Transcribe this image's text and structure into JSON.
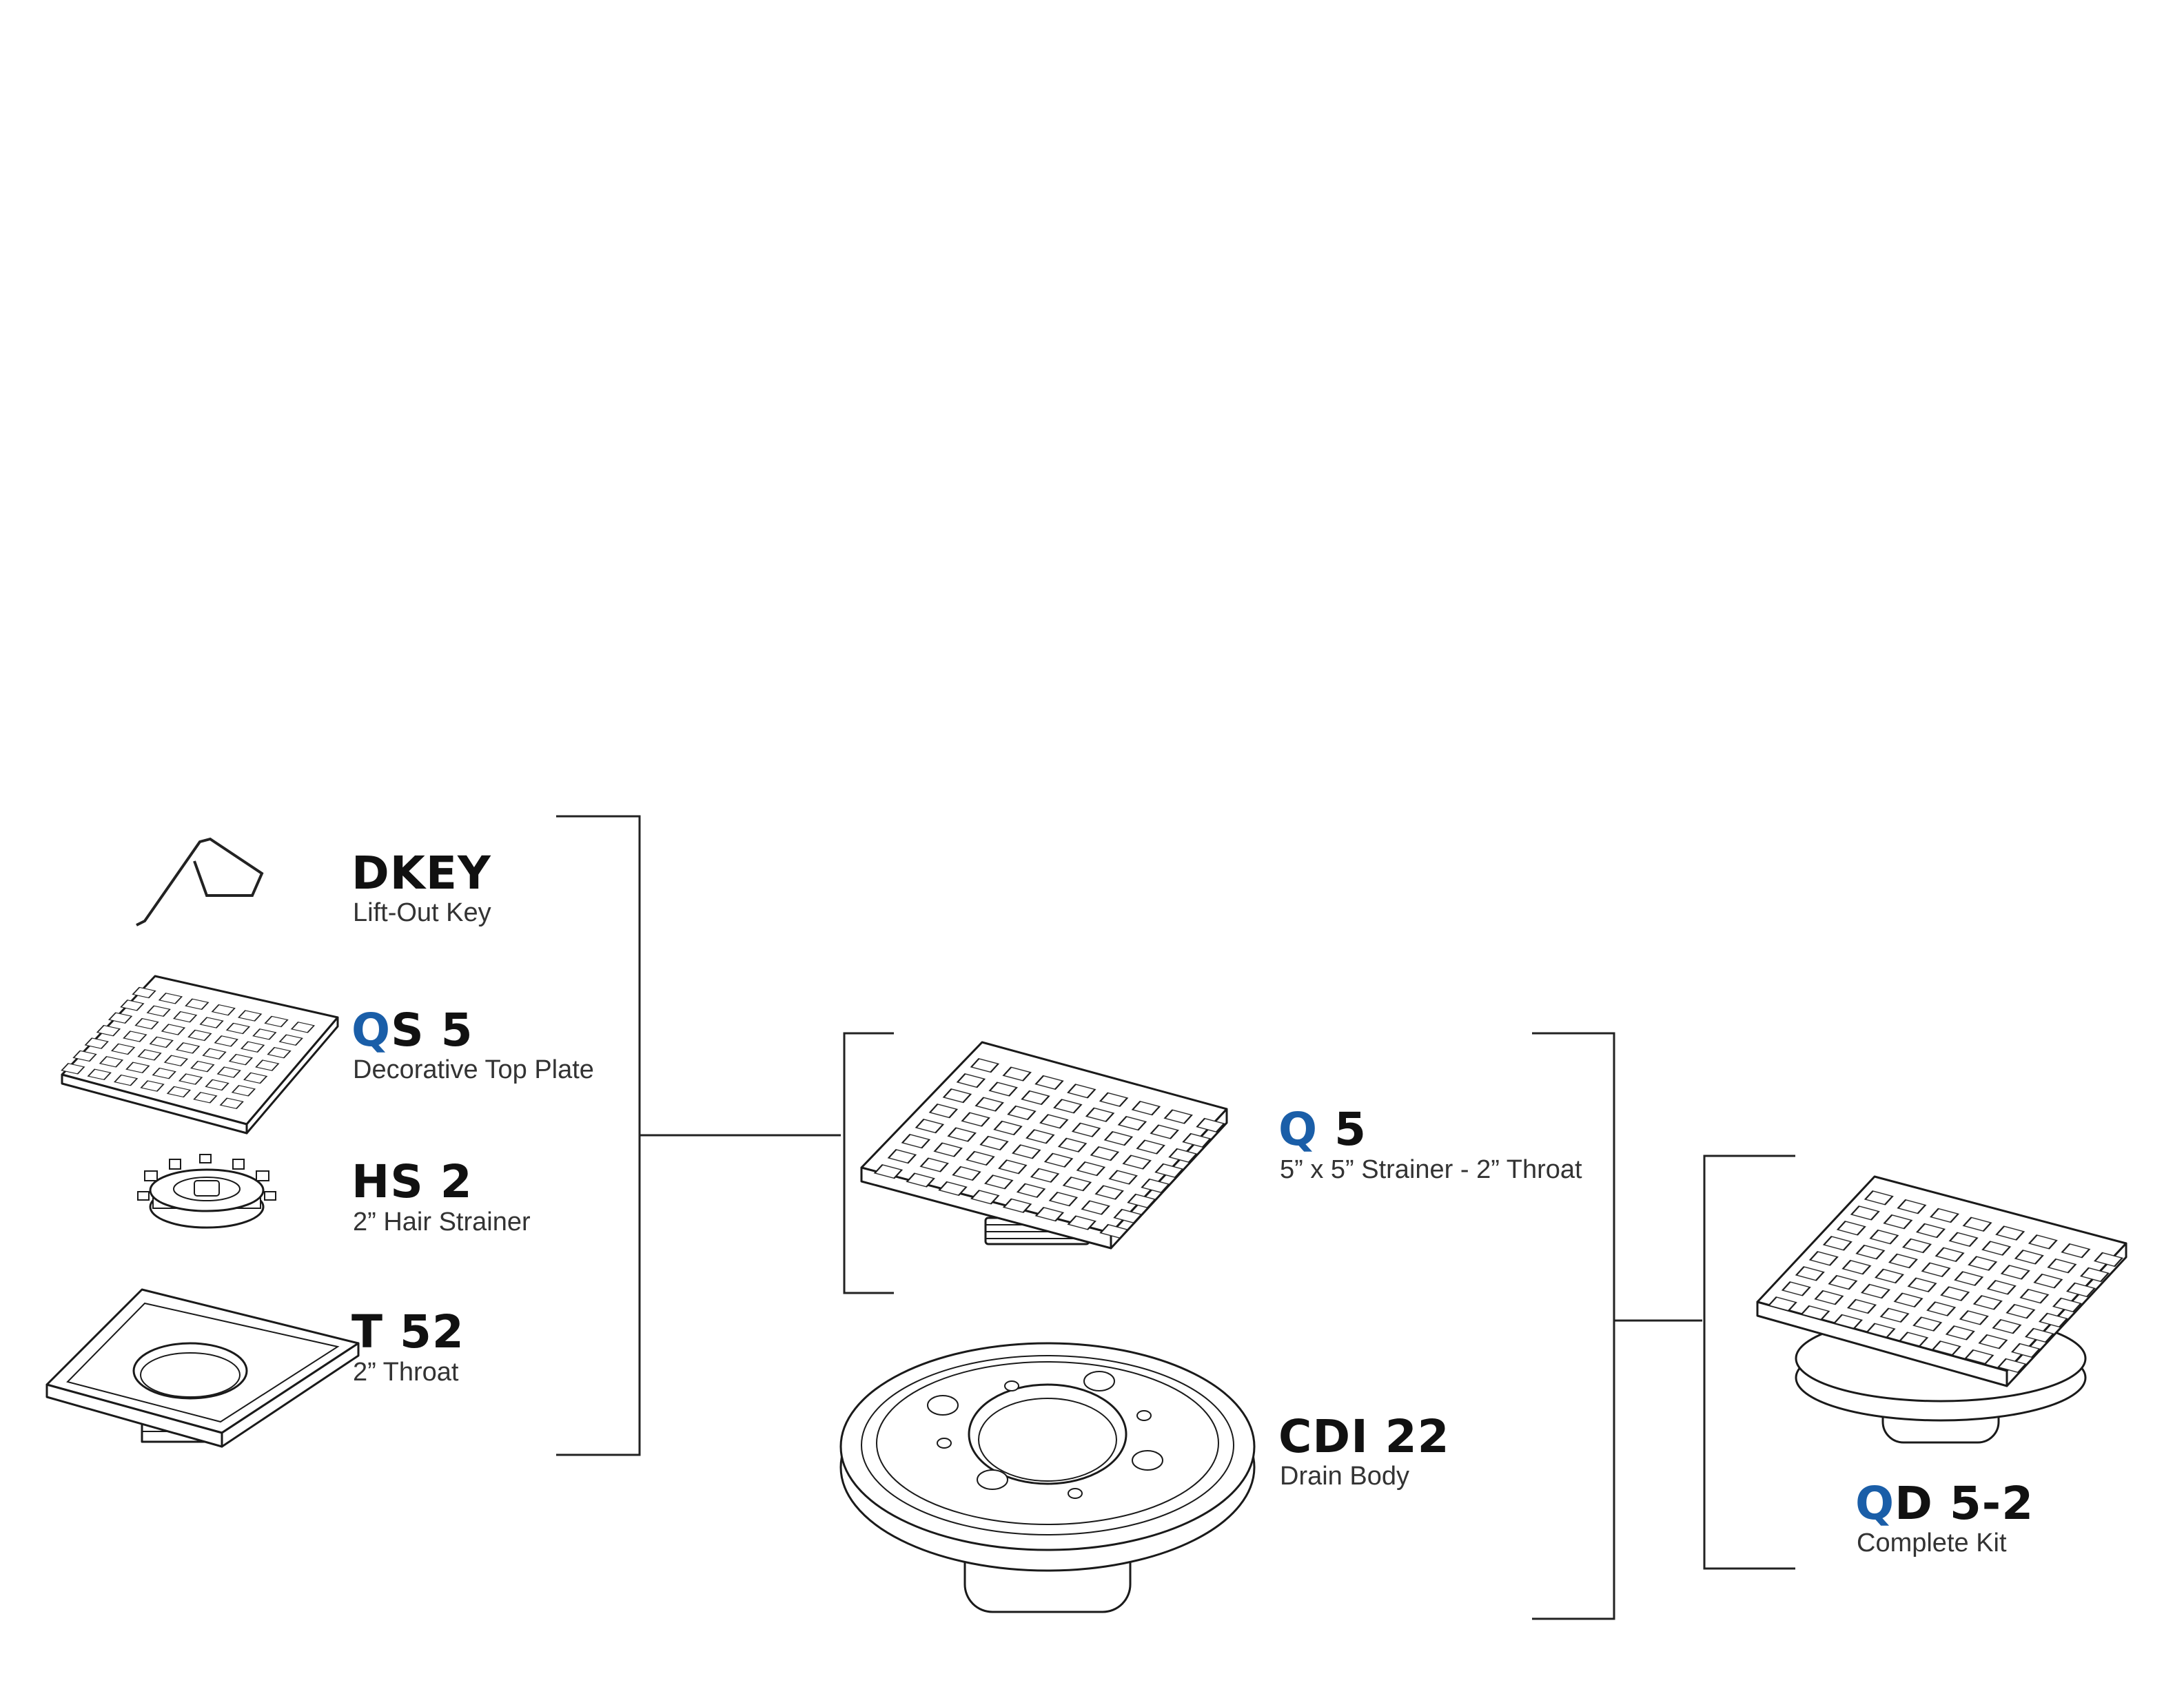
{
  "colors": {
    "accent": "#1a5ea8",
    "text": "#111111",
    "line": "#222222"
  },
  "parts": [
    {
      "code_prefix": "",
      "code_rest": "DKEY",
      "description": "Lift-Out Key",
      "icon": "lift-out-key-icon"
    },
    {
      "code_prefix": "Q",
      "code_rest": "S 5",
      "description": "Decorative Top Plate",
      "icon": "top-plate-icon"
    },
    {
      "code_prefix": "",
      "code_rest": "HS 2",
      "description": "2” Hair Strainer",
      "icon": "hair-strainer-icon"
    },
    {
      "code_prefix": "",
      "code_rest": "T 52",
      "description": "2” Throat",
      "icon": "throat-icon"
    }
  ],
  "assemblies": [
    {
      "code_prefix": "Q",
      "code_rest": " 5",
      "description": "5” x 5” Strainer - 2” Throat",
      "icon": "strainer-assembly-icon"
    },
    {
      "code_prefix": "",
      "code_rest": "CDI 22",
      "description": "Drain Body",
      "icon": "drain-body-icon"
    }
  ],
  "kit": {
    "code_prefix": "Q",
    "code_rest": "D 5-2",
    "description": "Complete Kit",
    "icon": "complete-kit-icon"
  }
}
